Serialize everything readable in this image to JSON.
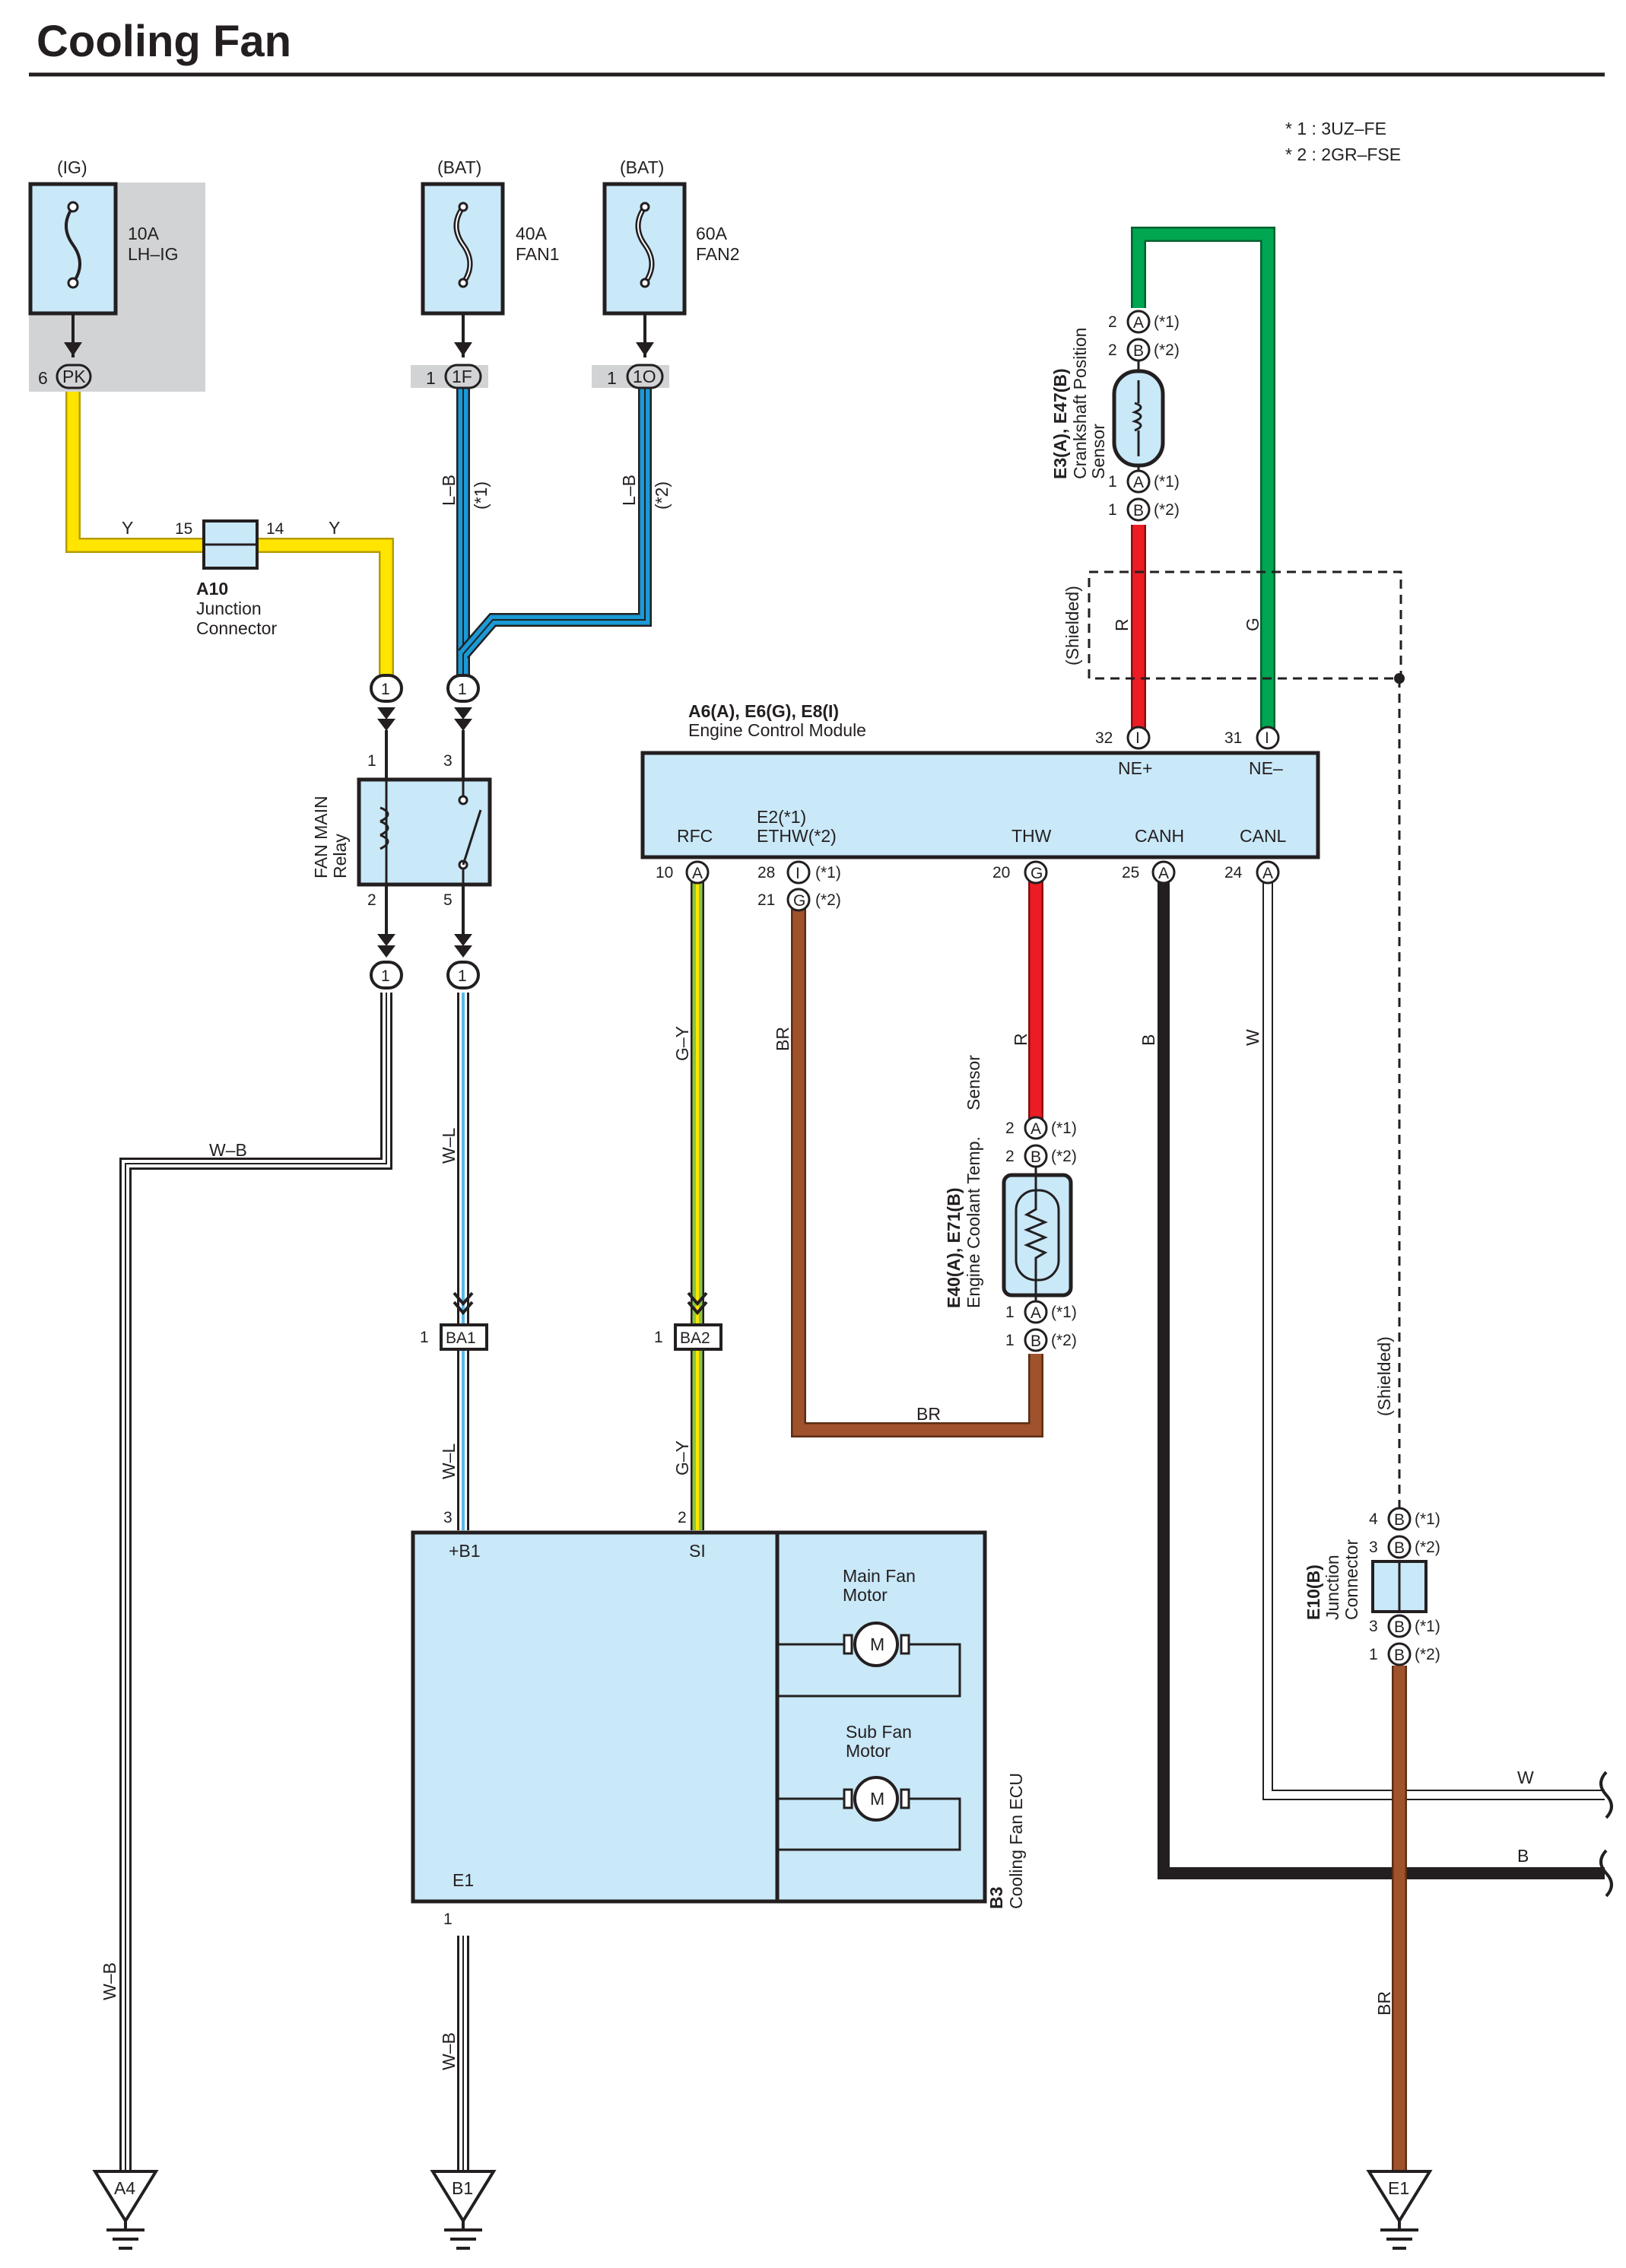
{
  "title": "Cooling Fan",
  "notes": [
    "* 1 : 3UZ–FE",
    "* 2 : 2GR–FSE"
  ],
  "colors": {
    "Y": "#ffe500",
    "L-B": "#1a9ad6",
    "W-L": "#59b8e8",
    "G-Y": "#8cc63f",
    "BR": "#a0522d",
    "R": "#ec1c24",
    "G": "#00a651",
    "B": "#231f20",
    "W": "#ffffff",
    "component_fill": "#c9e8f8",
    "ig_shade": "#d1d3d4"
  },
  "power": {
    "ig": {
      "source": "(IG)",
      "fuse_amp": "10A",
      "fuse_name": "LH–IG",
      "pin": "6",
      "connector": "PK"
    },
    "fan1": {
      "source": "(BAT)",
      "fuse_amp": "40A",
      "fuse_name": "FAN1",
      "pin": "1",
      "connector": "1F"
    },
    "fan2": {
      "source": "(BAT)",
      "fuse_amp": "60A",
      "fuse_name": "FAN2",
      "pin": "1",
      "connector": "1O"
    }
  },
  "junction_a10": {
    "id": "A10",
    "name1": "Junction",
    "name2": "Connector",
    "pin_left": "15",
    "pin_right": "14"
  },
  "relay": {
    "name1": "FAN MAIN",
    "name2": "Relay",
    "pins": [
      "1",
      "3",
      "2",
      "5"
    ],
    "connector_pin": "1"
  },
  "ecm": {
    "id": "A6(A), E6(G), E8(I)",
    "name": "Engine Control Module",
    "top_pins": [
      {
        "num": "32",
        "conn": "I",
        "label": "NE+"
      },
      {
        "num": "31",
        "conn": "I",
        "label": "NE–"
      }
    ],
    "bottom_pins": [
      {
        "num": "10",
        "conn": "A",
        "label": "RFC"
      },
      {
        "num": "28",
        "conn": "I",
        "label": "E2(*1)",
        "note": "(*1)"
      },
      {
        "num": "21",
        "conn": "G",
        "label": "ETHW(*2)",
        "note": "(*2)"
      },
      {
        "num": "20",
        "conn": "G",
        "label": "THW"
      },
      {
        "num": "25",
        "conn": "A",
        "label": "CANH"
      },
      {
        "num": "24",
        "conn": "A",
        "label": "CANL"
      }
    ]
  },
  "crank_sensor": {
    "id": "E3(A), E47(B)",
    "name1": "Crankshaft Position",
    "name2": "Sensor",
    "pins": [
      {
        "num": "2",
        "conn": "A",
        "note": "(*1)"
      },
      {
        "num": "2",
        "conn": "B",
        "note": "(*2)"
      },
      {
        "num": "1",
        "conn": "A",
        "note": "(*1)"
      },
      {
        "num": "1",
        "conn": "B",
        "note": "(*2)"
      }
    ]
  },
  "coolant_sensor": {
    "id": "E40(A), E71(B)",
    "name1": "Engine Coolant Temp.",
    "name2": "Sensor",
    "pins": [
      {
        "num": "2",
        "conn": "A",
        "note": "(*1)"
      },
      {
        "num": "2",
        "conn": "B",
        "note": "(*2)"
      },
      {
        "num": "1",
        "conn": "A",
        "note": "(*1)"
      },
      {
        "num": "1",
        "conn": "B",
        "note": "(*2)"
      }
    ]
  },
  "junction_e10": {
    "id": "E10(B)",
    "name1": "Junction",
    "name2": "Connector",
    "pins": [
      {
        "num": "4",
        "conn": "B",
        "note": "(*1)"
      },
      {
        "num": "3",
        "conn": "B",
        "note": "(*2)"
      },
      {
        "num": "3",
        "conn": "B",
        "note": "(*1)"
      },
      {
        "num": "1",
        "conn": "B",
        "note": "(*2)"
      }
    ]
  },
  "ba_connectors": [
    {
      "pin": "1",
      "name": "BA1"
    },
    {
      "pin": "1",
      "name": "BA2"
    }
  ],
  "fan_ecu": {
    "id": "B3",
    "name": "Cooling Fan ECU",
    "b1_label": "+B1",
    "si_label": "SI",
    "e1_label": "E1",
    "pin_b1": "3",
    "pin_si": "2",
    "pin_e1": "1",
    "main_motor_1": "Main Fan",
    "main_motor_2": "Motor",
    "sub_motor_1": "Sub Fan",
    "sub_motor_2": "Motor",
    "motor_symbol": "M"
  },
  "grounds": [
    "A4",
    "B1",
    "E1"
  ],
  "wire_labels": {
    "y": "Y",
    "lb": "L–B",
    "lb1": "(*1)",
    "lb2": "(*2)",
    "wb": "W–B",
    "wl": "W–L",
    "gy": "G–Y",
    "br": "BR",
    "r": "R",
    "g": "G",
    "b": "B",
    "w": "W",
    "shielded": "(Shielded)"
  }
}
